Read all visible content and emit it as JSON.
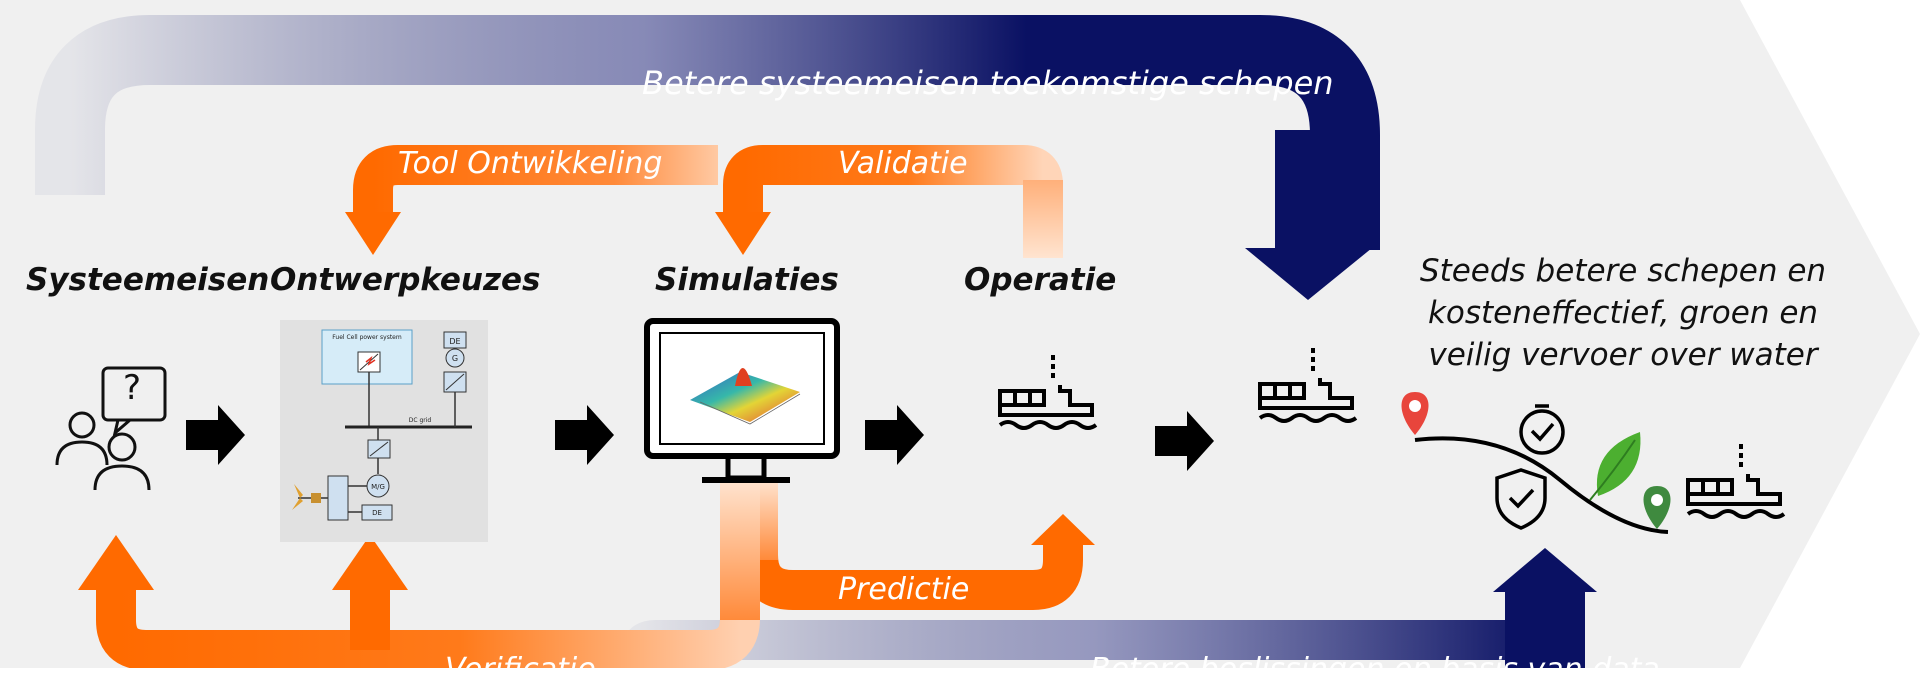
{
  "colors": {
    "background": "#f0f0f0",
    "orange": "#ff6a00",
    "navy": "#0a1163",
    "black": "#000000"
  },
  "stages": {
    "systeemeisen": "Systeemeisen",
    "ontwerpkeuzes": "Ontwerpkeuzes",
    "simulaties": "Simulaties",
    "operatie": "Operatie"
  },
  "loops": {
    "betere_systeemeisen": "Betere systeemeisen toekomstige schepen",
    "tool_ontwikkeling": "Tool Ontwikkeling",
    "validatie": "Validatie",
    "predictie": "Predictie",
    "verificatie": "Verificatie",
    "bottom_navy_partial": "Betere beslissingen op basis van data"
  },
  "result_lines": [
    "Steeds betere schepen en",
    "kosteneffectief, groen en",
    "veilig vervoer over water"
  ],
  "diagram": {
    "fuel_cell_label": "Fuel Cell power system",
    "de_label": "DE",
    "g_label": "G",
    "dc_grid_label": "DC grid",
    "mg_label": "M/G",
    "de_bottom_label": "DE",
    "question_mark": "?"
  },
  "icons": [
    "people-question-icon",
    "power-system-diagram",
    "monitor-3d-plot-icon",
    "ship-icon",
    "location-pin-icon",
    "clock-check-icon",
    "shield-check-icon",
    "leaf-icon"
  ]
}
